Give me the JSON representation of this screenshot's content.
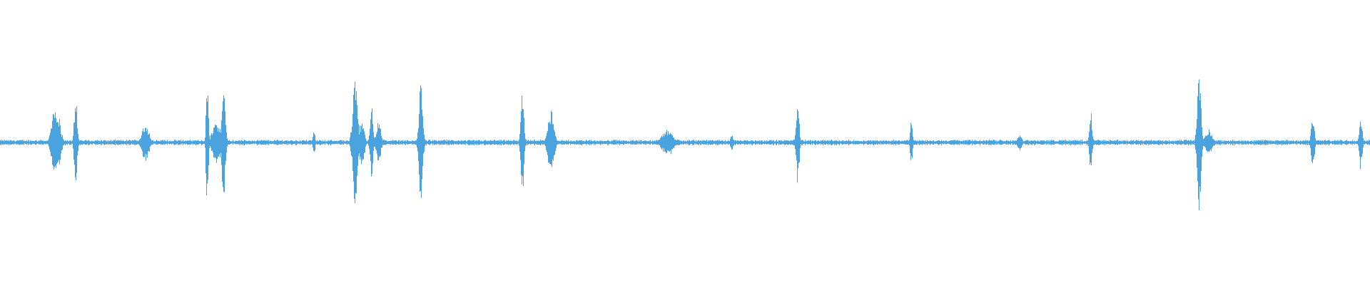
{
  "waveform": {
    "color": "#4aa3df",
    "background": "#ffffff",
    "amplitude_range": [
      -1,
      1
    ],
    "baseline_level": 0.025,
    "events": [
      {
        "t": 0.04,
        "amp": 0.35,
        "dur": 0.0045
      },
      {
        "t": 0.043,
        "amp": 0.22,
        "dur": 0.003
      },
      {
        "t": 0.055,
        "amp": 0.45,
        "dur": 0.002
      },
      {
        "t": 0.106,
        "amp": 0.18,
        "dur": 0.005
      },
      {
        "t": 0.151,
        "amp": 0.7,
        "dur": 0.0015
      },
      {
        "t": 0.158,
        "amp": 0.2,
        "dur": 0.006
      },
      {
        "t": 0.163,
        "amp": 0.55,
        "dur": 0.0025
      },
      {
        "t": 0.229,
        "amp": 0.12,
        "dur": 0.0015
      },
      {
        "t": 0.256,
        "amp": 0.1,
        "dur": 0.0015
      },
      {
        "t": 0.259,
        "amp": 0.65,
        "dur": 0.003
      },
      {
        "t": 0.264,
        "amp": 0.25,
        "dur": 0.003
      },
      {
        "t": 0.271,
        "amp": 0.35,
        "dur": 0.002
      },
      {
        "t": 0.276,
        "amp": 0.22,
        "dur": 0.003
      },
      {
        "t": 0.307,
        "amp": 0.6,
        "dur": 0.0025
      },
      {
        "t": 0.381,
        "amp": 0.6,
        "dur": 0.002
      },
      {
        "t": 0.402,
        "amp": 0.35,
        "dur": 0.004
      },
      {
        "t": 0.487,
        "amp": 0.12,
        "dur": 0.008
      },
      {
        "t": 0.534,
        "amp": 0.08,
        "dur": 0.002
      },
      {
        "t": 0.582,
        "amp": 0.45,
        "dur": 0.002
      },
      {
        "t": 0.665,
        "amp": 0.25,
        "dur": 0.0015
      },
      {
        "t": 0.744,
        "amp": 0.08,
        "dur": 0.003
      },
      {
        "t": 0.796,
        "amp": 0.28,
        "dur": 0.002
      },
      {
        "t": 0.875,
        "amp": 0.7,
        "dur": 0.0025
      },
      {
        "t": 0.882,
        "amp": 0.12,
        "dur": 0.005
      },
      {
        "t": 0.958,
        "amp": 0.3,
        "dur": 0.002
      },
      {
        "t": 0.993,
        "amp": 0.25,
        "dur": 0.002
      }
    ]
  }
}
